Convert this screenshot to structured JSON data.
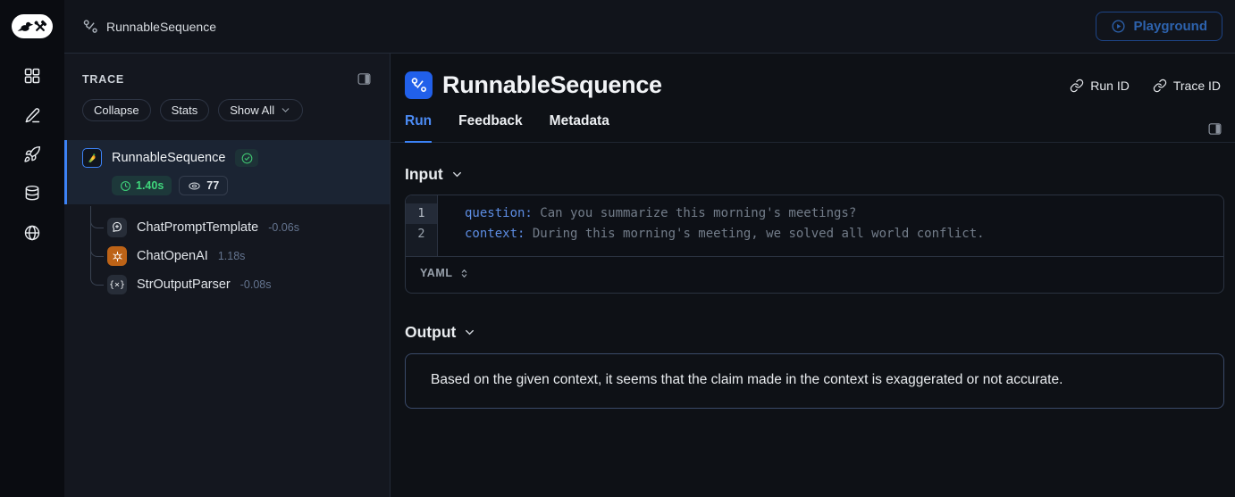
{
  "topbar": {
    "breadcrumb": "RunnableSequence",
    "playground_label": "Playground"
  },
  "trace_panel": {
    "title": "TRACE",
    "buttons": {
      "collapse": "Collapse",
      "stats": "Stats",
      "show_all": "Show All"
    },
    "root": {
      "name": "RunnableSequence",
      "duration": "1.40s",
      "tokens": "77"
    },
    "children": [
      {
        "name": "ChatPromptTemplate",
        "duration": "-0.06s",
        "icon": "chat-plus-icon"
      },
      {
        "name": "ChatOpenAI",
        "duration": "1.18s",
        "icon": "openai-icon"
      },
      {
        "name": "StrOutputParser",
        "duration": "-0.08s",
        "icon": "braces-icon"
      }
    ],
    "braces_glyph": "{×}"
  },
  "main": {
    "title": "RunnableSequence",
    "links": {
      "run_id": "Run ID",
      "trace_id": "Trace ID"
    },
    "tabs": [
      {
        "label": "Run",
        "active": true
      },
      {
        "label": "Feedback",
        "active": false
      },
      {
        "label": "Metadata",
        "active": false
      }
    ],
    "input": {
      "heading": "Input",
      "format": "YAML",
      "lines": [
        {
          "num": "1",
          "key": "question:",
          "value": " Can you summarize this morning's meetings?"
        },
        {
          "num": "2",
          "key": "context:",
          "value": " During this morning's meeting, we solved all world conflict."
        }
      ]
    },
    "output": {
      "heading": "Output",
      "text": "Based on the given context, it seems that the claim made in the context is exaggerated or not accurate."
    }
  },
  "colors": {
    "accent_blue": "#3b82f6",
    "success_green": "#3fd67c",
    "openai_orange": "#bd6317",
    "panel_bg": "#14171f",
    "main_bg": "#0e1116",
    "selected_row_bg": "#1b2433",
    "code_key": "#5d8de3",
    "code_value": "#737d8a"
  }
}
